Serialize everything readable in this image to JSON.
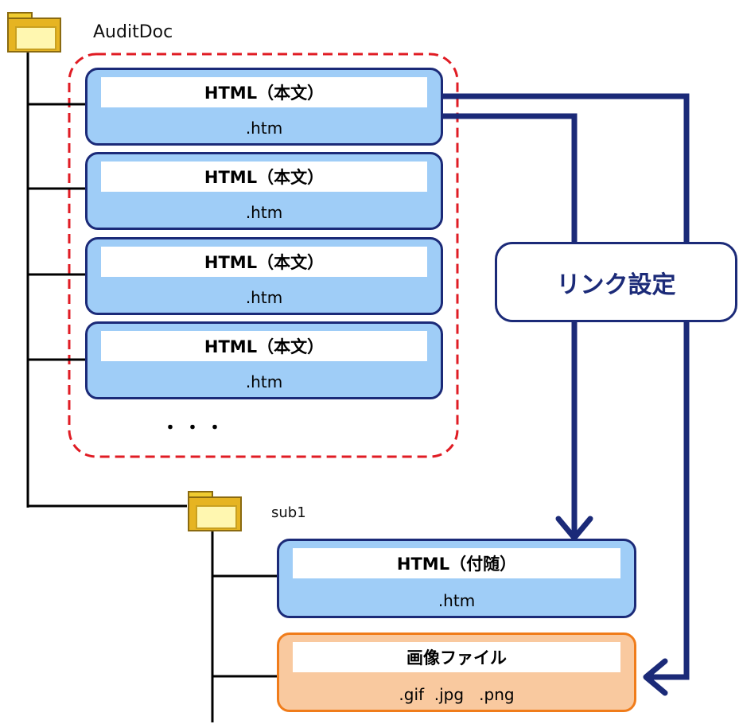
{
  "root_folder": {
    "label": "AuditDoc",
    "icon": "folder-icon"
  },
  "main_files": [
    {
      "title": "HTML（本文）",
      "ext": ".htm"
    },
    {
      "title": "HTML（本文）",
      "ext": ".htm"
    },
    {
      "title": "HTML（本文）",
      "ext": ".htm"
    },
    {
      "title": "HTML（本文）",
      "ext": ".htm"
    }
  ],
  "ellipsis": "・・・",
  "link_label": "リンク設定",
  "sub_folder": {
    "label": "sub1",
    "icon": "folder-icon",
    "files": [
      {
        "title": "HTML（付随）",
        "ext": ".htm"
      },
      {
        "title": "画像ファイル",
        "ext": ".gif  .jpg   .png"
      }
    ]
  },
  "colors": {
    "tree_line": "#000000",
    "arrow": "#1b2a78",
    "group_dashed_border": "#e01c24",
    "html_box_fill": "#9fcdf7",
    "html_box_border": "#1b2a78",
    "image_box_fill": "#f9c99f",
    "image_box_border": "#f07c1a"
  }
}
